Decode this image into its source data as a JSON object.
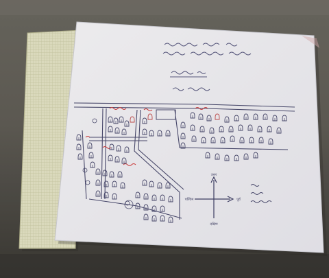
{
  "photo": {
    "subject": "hand-drawn-village-map",
    "colors": {
      "background_floor": "#5f5c55",
      "floor_dark": "#3e3c37",
      "notebook_paper": "#e3e2c4",
      "notebook_grid": "#c3c49a",
      "map_paper": "#f3f2f4",
      "ink": "#4a4a6e",
      "red_ink": "#d23c3c"
    }
  },
  "map": {
    "compass_north": "उत्तर",
    "compass_south": "दक्षिण",
    "compass_east": "पूर्व",
    "compass_west": "पश्चिम"
  }
}
